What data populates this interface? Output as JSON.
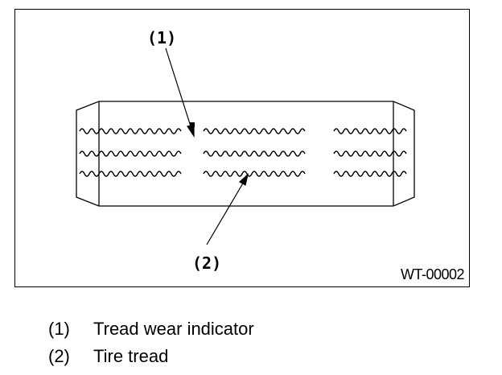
{
  "figure": {
    "id_label": "WT-00002",
    "callouts": [
      {
        "number": "(1)",
        "target": "tread-wear-indicator"
      },
      {
        "number": "(2)",
        "target": "tire-tread"
      }
    ]
  },
  "legend": [
    {
      "number": "(1)",
      "text": "Tread wear indicator"
    },
    {
      "number": "(2)",
      "text": "Tire tread"
    }
  ],
  "colors": {
    "line": "#000000",
    "background": "#ffffff"
  }
}
